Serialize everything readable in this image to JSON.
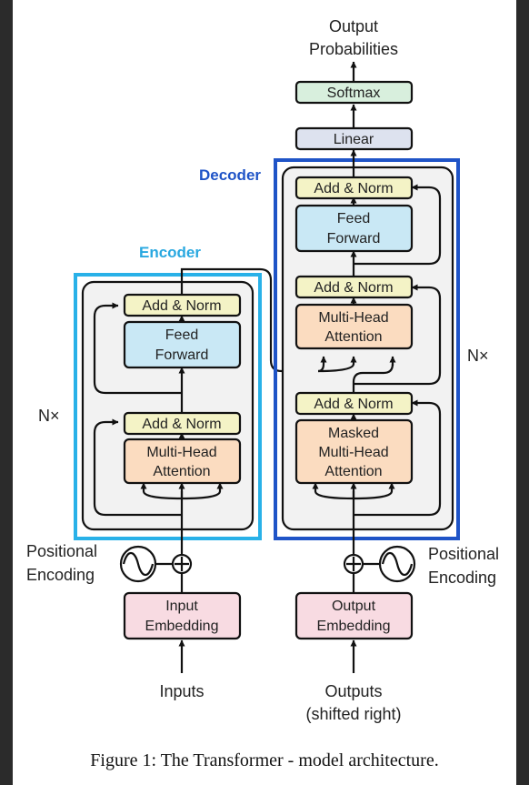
{
  "output_label": [
    "Output",
    "Probabilities"
  ],
  "softmax_label": "Softmax",
  "linear_label": "Linear",
  "decoder_title": "Decoder",
  "encoder_title": "Encoder",
  "add_norm_label": "Add & Norm",
  "feed_forward_label": [
    "Feed",
    "Forward"
  ],
  "multi_head_attention_label": [
    "Multi-Head",
    "Attention"
  ],
  "masked_attention_label": [
    "Masked",
    "Multi-Head",
    "Attention"
  ],
  "repeat_label": "N×",
  "positional_encoding_label": [
    "Positional",
    "Encoding"
  ],
  "input_embedding_label": [
    "Input",
    "Embedding"
  ],
  "output_embedding_label": [
    "Output",
    "Embedding"
  ],
  "inputs_label": "Inputs",
  "outputs_label": [
    "Outputs",
    "(shifted right)"
  ],
  "caption": "Figure 1: The Transformer - model architecture.",
  "colors": {
    "encoder_frame": "#29b1e8",
    "decoder_frame": "#1f54c7",
    "add_norm": "#f4f3c6",
    "feed_forward": "#c9e8f5",
    "attention": "#fbdcc0",
    "embedding": "#f8dbe2",
    "linear": "#dde2ef",
    "softmax": "#d8efdd"
  }
}
